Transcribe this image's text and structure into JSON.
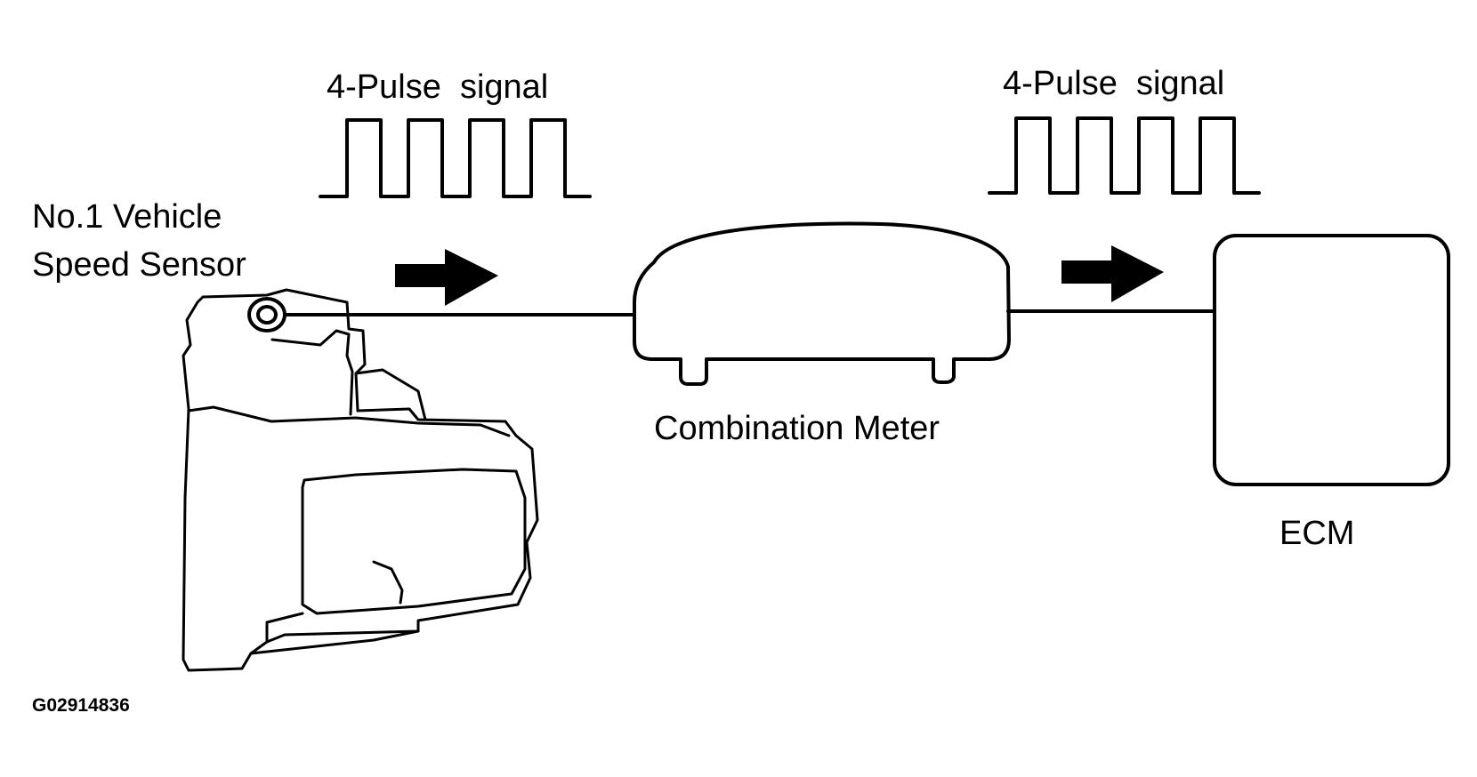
{
  "labels": {
    "signal_left": "4-Pulse  signal",
    "signal_right": "4-Pulse  signal",
    "sensor_line1": "No.1 Vehicle",
    "sensor_line2": "Speed Sensor",
    "meter": "Combination Meter",
    "ecm": "ECM",
    "figure_code": "G02914836"
  },
  "signals": [
    {
      "name": "signal-left",
      "pulses": 4
    },
    {
      "name": "signal-right",
      "pulses": 4
    }
  ]
}
